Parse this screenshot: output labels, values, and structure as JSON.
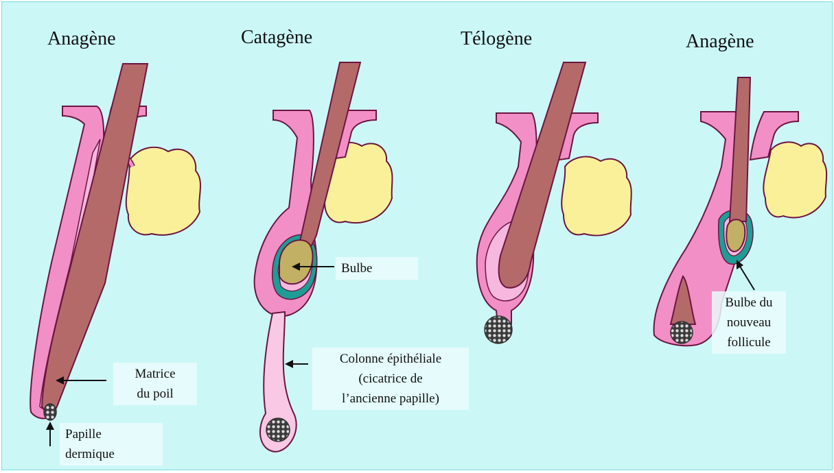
{
  "stages": {
    "s1": "Anagène",
    "s2": "Catagène",
    "s3": "Télogène",
    "s4": "Anagène"
  },
  "labels": {
    "matrice": [
      "Matrice",
      "du poil"
    ],
    "papille": [
      "Papille",
      "dermique"
    ],
    "bulbe": "Bulbe",
    "colonne": [
      "Colonne épithéliale",
      "(cicatrice de",
      "l’ancienne papille)"
    ],
    "bulbe_nouveau": [
      "Bulbe du",
      "nouveau",
      "follicule"
    ]
  },
  "colors": {
    "background": "#ccf7f7",
    "sheath": "#f28fc6",
    "inner_sheath": "#f6b8df",
    "hair_shaft": "#b56a6a",
    "sebaceous_gland": "#fbf09a",
    "bulb": "#c2b064",
    "teal_layer": "#1f9c96",
    "column": "#f8c8e4",
    "outline": "#6a1540"
  }
}
